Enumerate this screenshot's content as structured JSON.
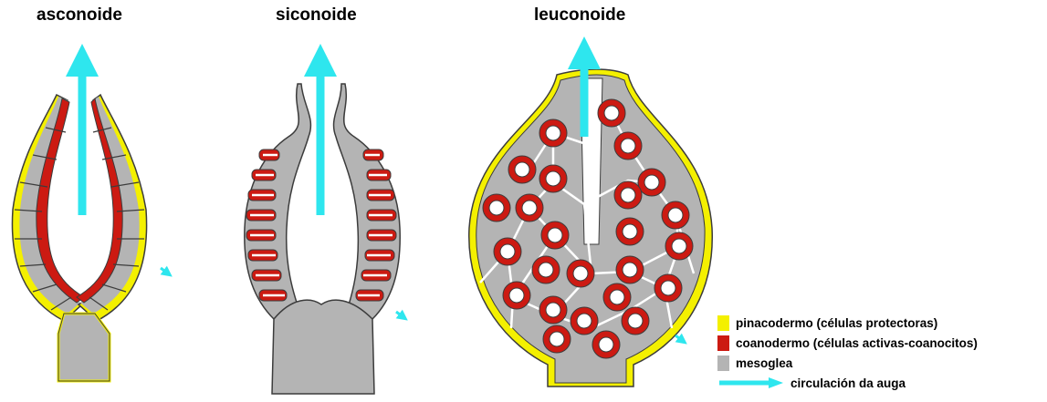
{
  "titles": {
    "asconoid": "asconoide",
    "syconoid": "siconoide",
    "leuconoid": "leuconoide"
  },
  "legend": {
    "pinacoderm": "pinacodermo (células protectoras)",
    "choanoderm": "coanodermo (células activas-coanocitos)",
    "mesoglea": "mesoglea",
    "water_flow": "circulación da auga"
  },
  "colors": {
    "pinacoderm": "#f4f000",
    "choanoderm": "#cc1a12",
    "mesoglea": "#b4b4b4",
    "water_flow": "#2ee6ee",
    "outline": "#3c3c3c"
  }
}
